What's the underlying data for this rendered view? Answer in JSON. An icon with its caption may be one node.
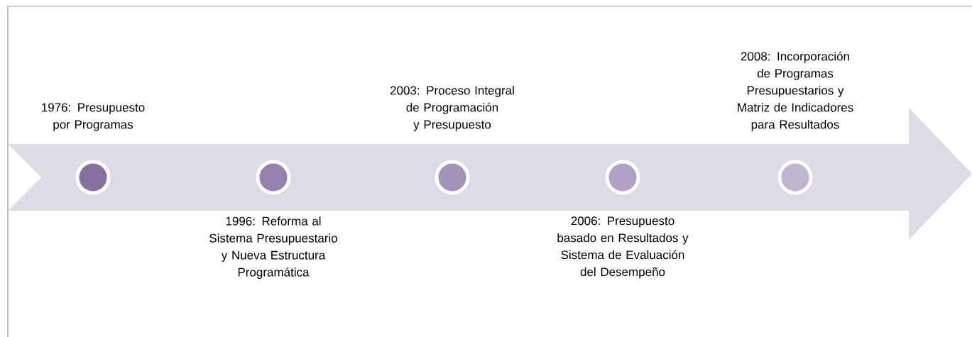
{
  "diagram": {
    "nodes": [
      {
        "text": [],
        "shape": "circle",
        "beside": [
          "1976: Presupuesto por Programas"
        ]
      },
      {
        "text": [],
        "shape": "circle",
        "beside": [
          "1996: Reforma al Sistema Presupuestario y Nueva Estructura Programática"
        ]
      },
      {
        "text": [],
        "shape": "circle",
        "beside": [
          "2003: Proceso Integral de Programación y Presupuesto"
        ]
      },
      {
        "text": [],
        "shape": "circle",
        "beside": [
          "2006: Presupuesto basado en Resultados y Sistema de Evaluación del Desempeño"
        ]
      },
      {
        "text": [],
        "shape": "circle",
        "beside": [
          "2008: Incorporación de Programas Presupuestarios y Matriz de Indicadores para Resultados"
        ]
      }
    ]
  }
}
